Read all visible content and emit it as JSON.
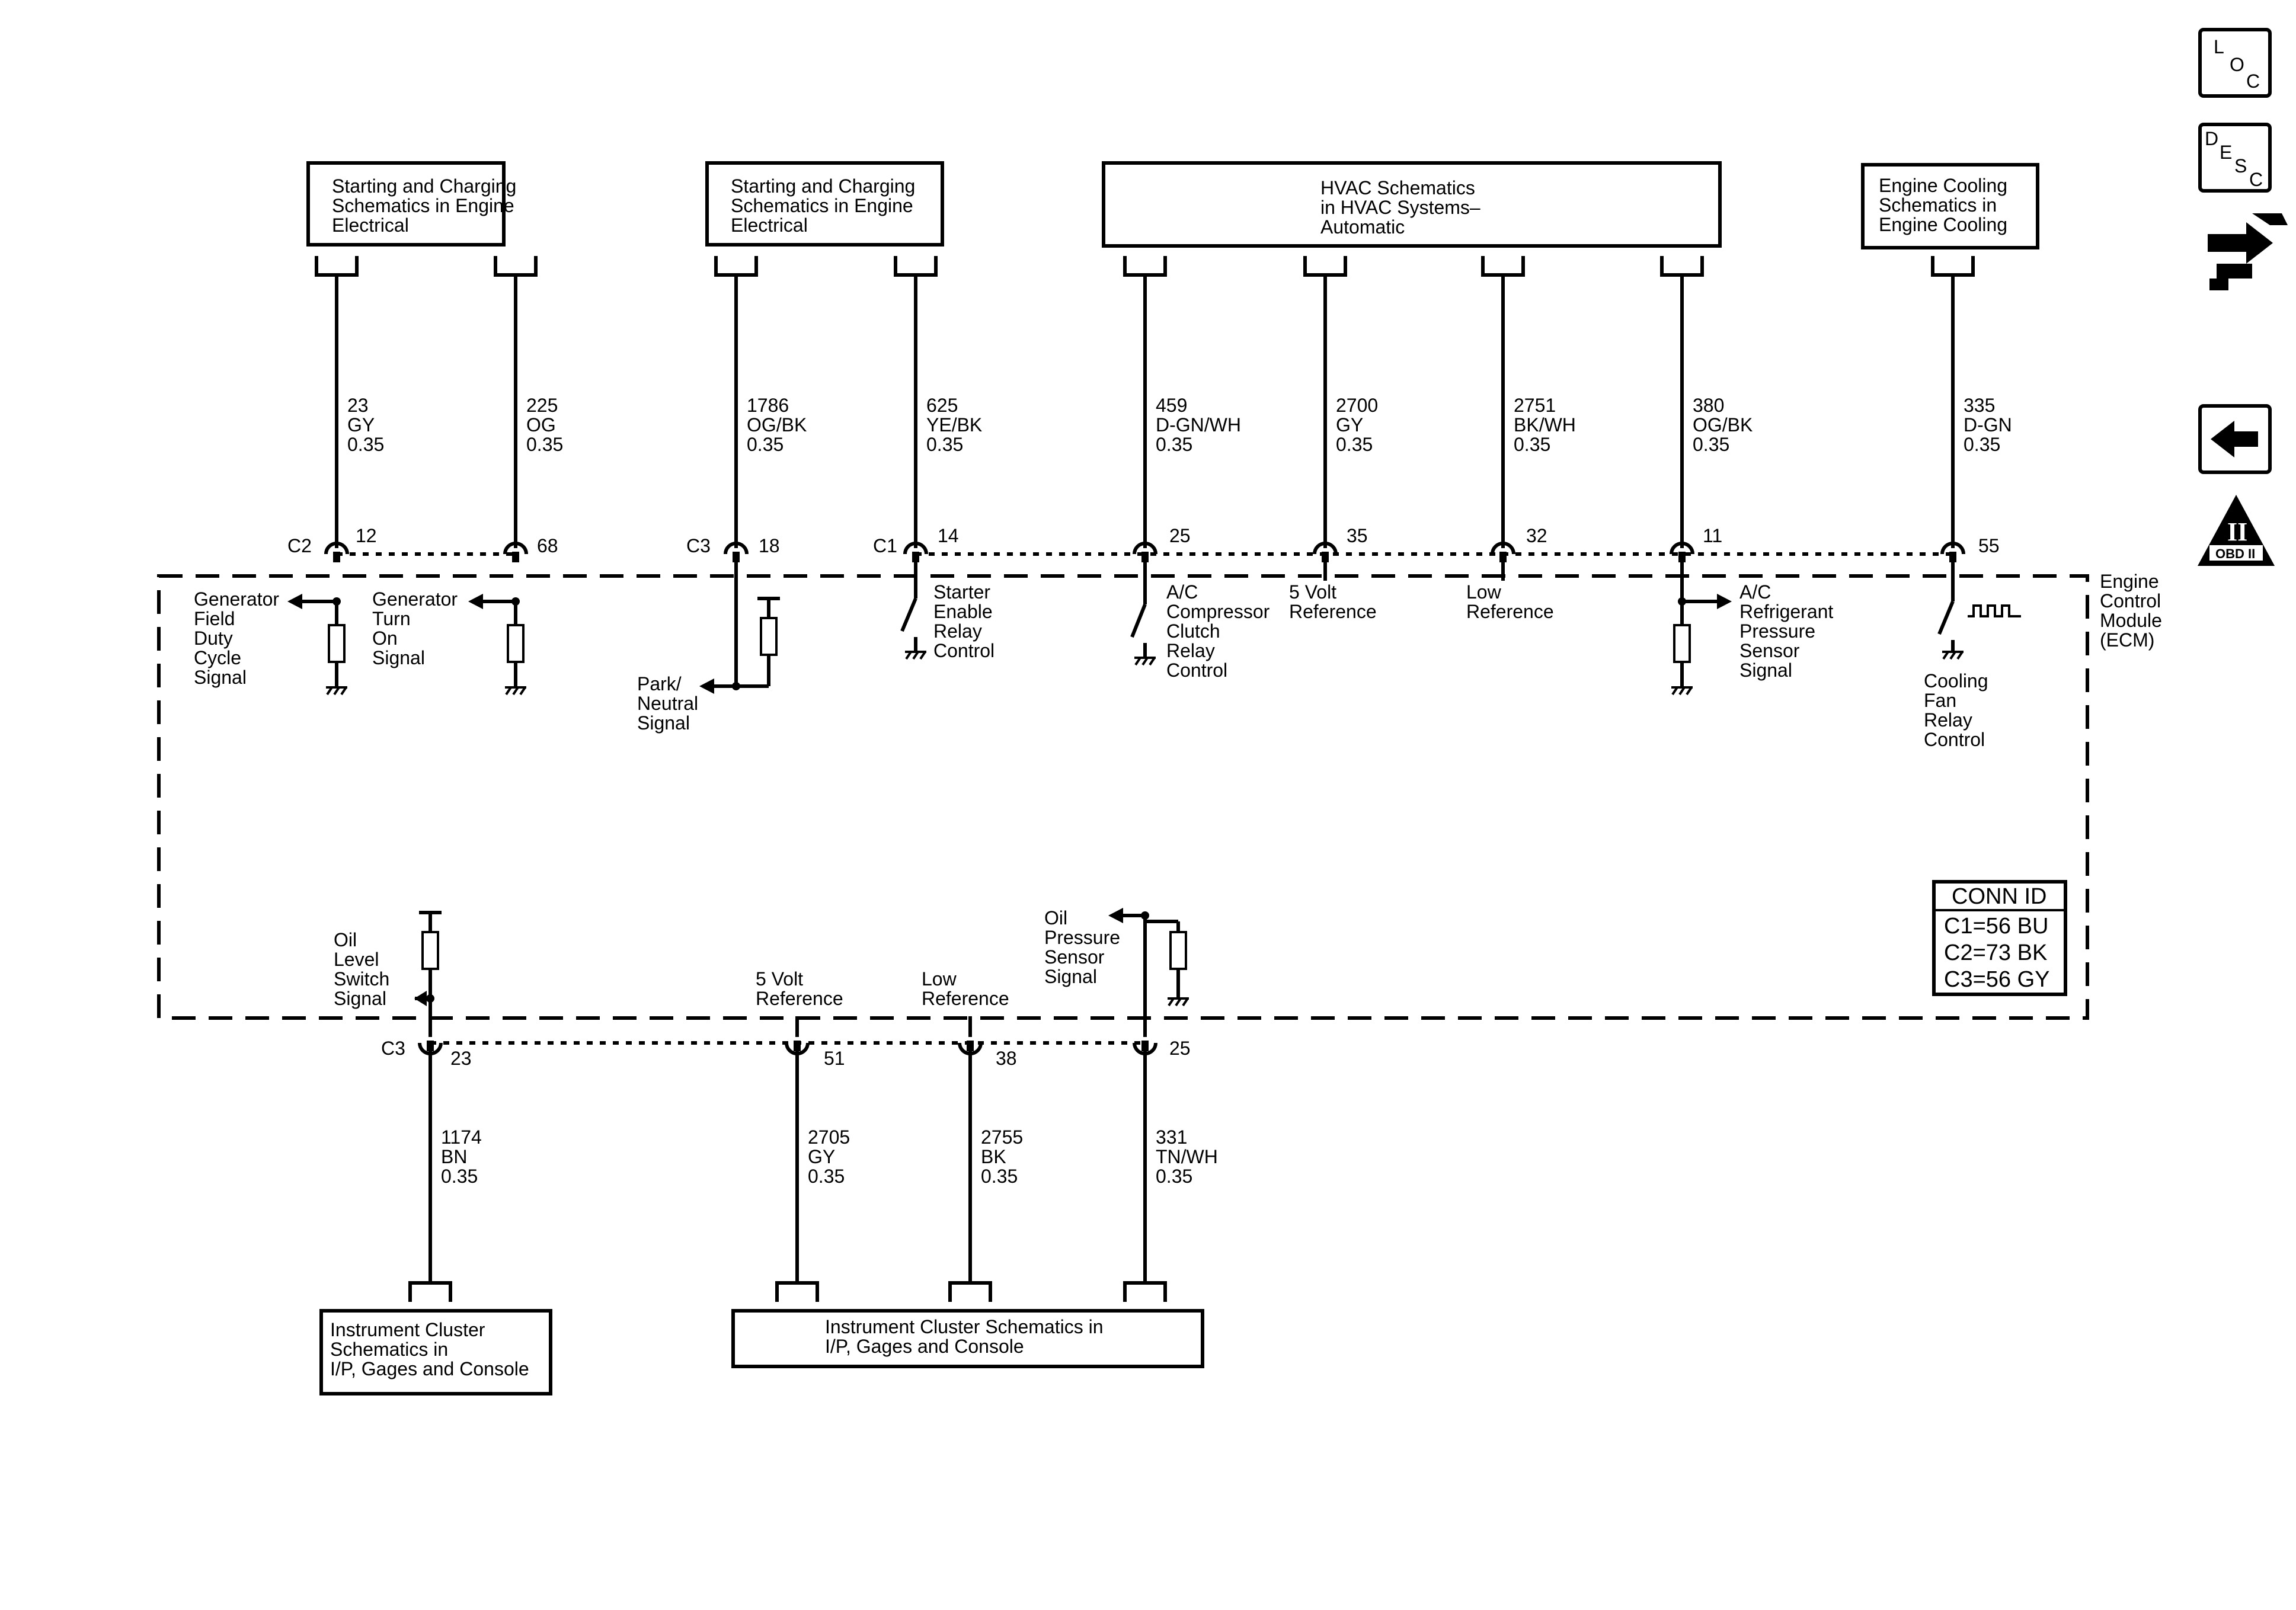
{
  "ext_boxes": {
    "sc1": [
      "Starting and Charging",
      "Schematics in Engine",
      "Electrical"
    ],
    "sc2": [
      "Starting and Charging",
      "Schematics in Engine",
      "Electrical"
    ],
    "hvac": [
      "HVAC Schematics",
      "in HVAC Systems–",
      "Automatic"
    ],
    "cool": [
      "Engine Cooling",
      "Schematics in",
      "Engine Cooling"
    ],
    "ic1": [
      "Instrument Cluster",
      "Schematics in",
      "I/P, Gages and Console"
    ],
    "ic2": [
      "Instrument Cluster Schematics in",
      "I/P, Gages and Console"
    ]
  },
  "top_wires": {
    "w23": [
      "23",
      "GY",
      "0.35"
    ],
    "w225": [
      "225",
      "OG",
      "0.35"
    ],
    "w1786": [
      "1786",
      "OG/BK",
      "0.35"
    ],
    "w625": [
      "625",
      "YE/BK",
      "0.35"
    ],
    "w459": [
      "459",
      "D-GN/WH",
      "0.35"
    ],
    "w2700": [
      "2700",
      "GY",
      "0.35"
    ],
    "w2751": [
      "2751",
      "BK/WH",
      "0.35"
    ],
    "w380": [
      "380",
      "OG/BK",
      "0.35"
    ],
    "w335": [
      "335",
      "D-GN",
      "0.35"
    ]
  },
  "bottom_wires": {
    "w1174": [
      "1174",
      "BN",
      "0.35"
    ],
    "w2705": [
      "2705",
      "GY",
      "0.35"
    ],
    "w2755": [
      "2755",
      "BK",
      "0.35"
    ],
    "w331": [
      "331",
      "TN/WH",
      "0.35"
    ]
  },
  "connectors": {
    "c2": "C2",
    "c3_top": "C3",
    "c1": "C1",
    "c3_bot": "C3"
  },
  "pins": {
    "p12": "12",
    "p68": "68",
    "p18": "18",
    "p14": "14",
    "p25a": "25",
    "p35": "35",
    "p32": "32",
    "p11": "11",
    "p55": "55",
    "p23": "23",
    "p51": "51",
    "p38": "38",
    "p25b": "25"
  },
  "signals": {
    "gen_field": [
      "Generator",
      "Field",
      "Duty",
      "Cycle",
      "Signal"
    ],
    "gen_turn": [
      "Generator",
      "Turn",
      "On",
      "Signal"
    ],
    "park": [
      "Park/",
      "Neutral",
      "Signal"
    ],
    "starter": [
      "Starter",
      "Enable",
      "Relay",
      "Control"
    ],
    "ac_clutch": [
      "A/C",
      "Compressor",
      "Clutch",
      "Relay",
      "Control"
    ],
    "volt5_top": [
      "5 Volt",
      "Reference"
    ],
    "low_top": [
      "Low",
      "Reference"
    ],
    "ac_press": [
      "A/C",
      "Refrigerant",
      "Pressure",
      "Sensor",
      "Signal"
    ],
    "fan": [
      "Cooling",
      "Fan",
      "Relay",
      "Control"
    ],
    "oil_level": [
      "Oil",
      "Level",
      "Switch",
      "Signal"
    ],
    "volt5_bot": [
      "5 Volt",
      "Reference"
    ],
    "low_bot": [
      "Low",
      "Reference"
    ],
    "oil_press": [
      "Oil",
      "Pressure",
      "Sensor",
      "Signal"
    ]
  },
  "module": [
    "Engine",
    "Control",
    "Module",
    "(ECM)"
  ],
  "conn_id": {
    "title": "CONN ID",
    "rows": [
      "C1=56 BU",
      "C2=73 BK",
      "C3=56 GY"
    ]
  },
  "nav": {
    "loc": [
      "L",
      "O",
      "C"
    ],
    "desc": [
      "D",
      "E",
      "S",
      "C"
    ],
    "obd": "OBD II",
    "obd_mark": "II"
  }
}
